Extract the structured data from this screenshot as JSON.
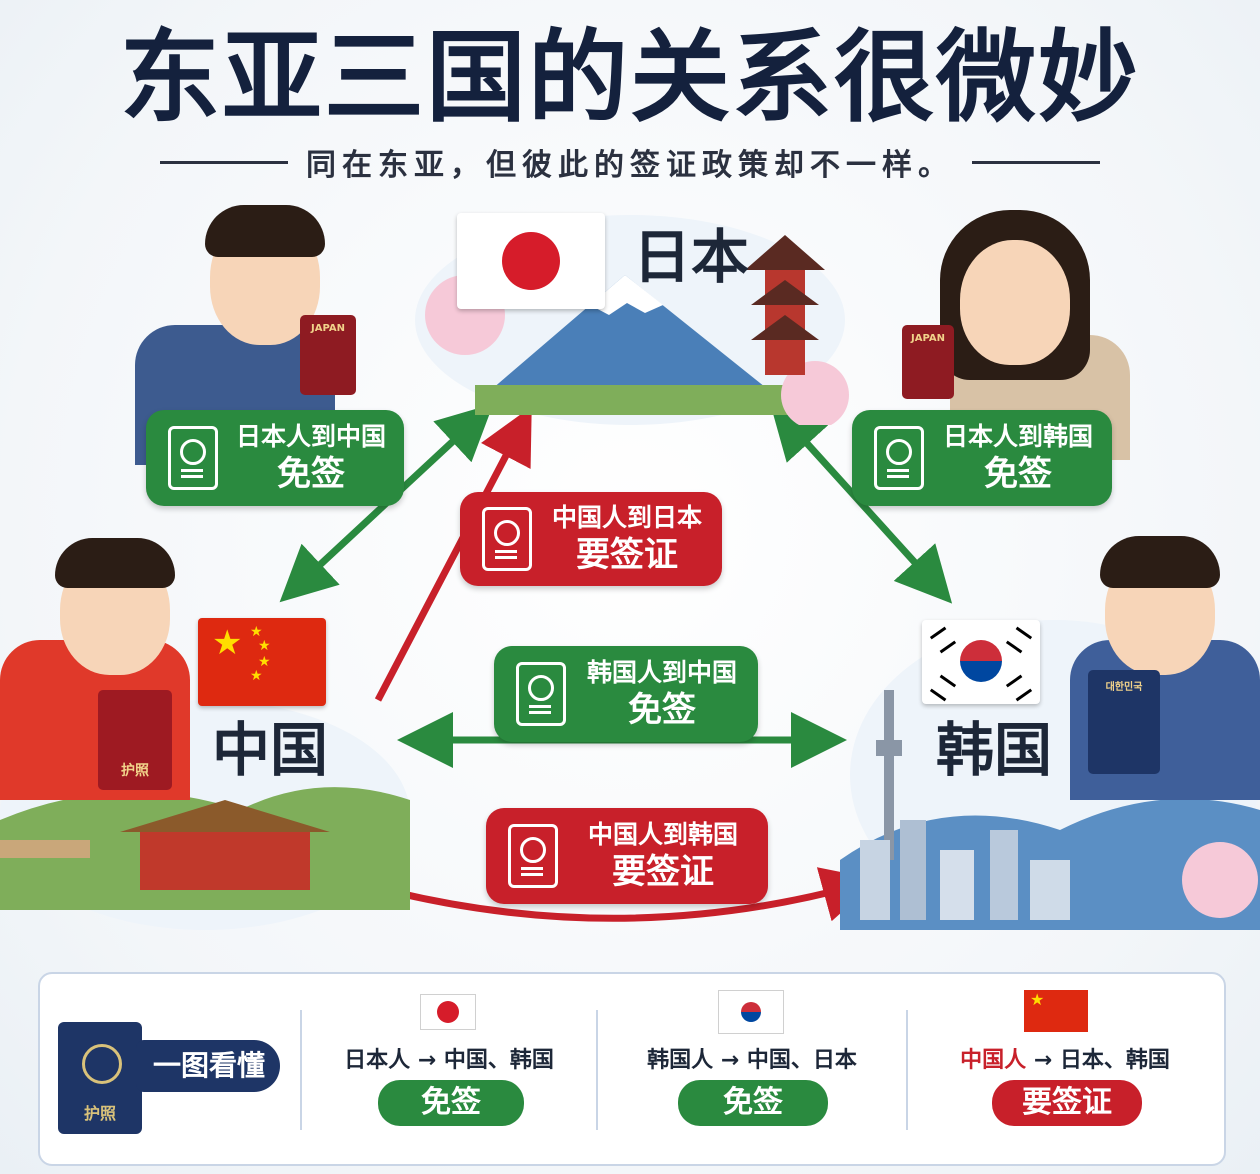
{
  "title": "东亚三国的关系很微妙",
  "subtitle": "同在东亚，但彼此的签证政策却不一样。",
  "countries": {
    "japan": "日本",
    "china": "中国",
    "korea": "韩国"
  },
  "passport_labels": {
    "japan": "JAPAN",
    "china": "护照",
    "korea": "대한민국"
  },
  "badges": {
    "jp_to_cn": {
      "line1": "日本人到中国",
      "line2": "免签"
    },
    "jp_to_kr": {
      "line1": "日本人到韩国",
      "line2": "免签"
    },
    "cn_to_jp": {
      "line1": "中国人到日本",
      "line2": "要签证"
    },
    "kr_to_cn": {
      "line1": "韩国人到中国",
      "line2": "免签"
    },
    "cn_to_kr": {
      "line1": "中国人到韩国",
      "line2": "要签证"
    }
  },
  "summary": {
    "label": "一图看懂",
    "passport_text": "护照",
    "rows": [
      {
        "rule": "日本人 → 中国、韩国",
        "status": "免签"
      },
      {
        "rule_prefix": "韩国人",
        "rule_rest": " → 中国、日本",
        "status": "免签"
      },
      {
        "rule_prefix": "中国人",
        "rule_rest": " → 日本、韩国",
        "status": "要签证"
      }
    ]
  },
  "colors": {
    "green": "#2a8a3f",
    "red": "#c8202a",
    "navy": "#14213d"
  }
}
